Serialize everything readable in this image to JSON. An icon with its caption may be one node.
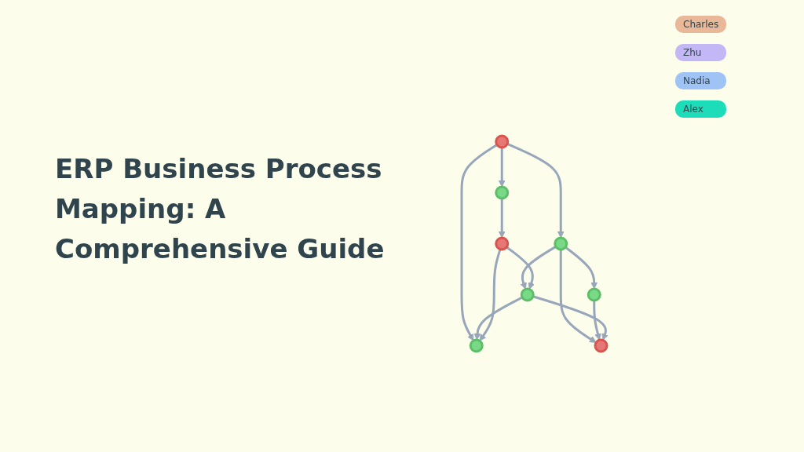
{
  "diagram": {
    "title": "ERP Business Process Mapping: A Comprehensive Guide",
    "nodes": [
      {
        "text": [],
        "shape": "circle"
      },
      {
        "text": [],
        "shape": "circle"
      },
      {
        "text": [],
        "shape": "circle"
      },
      {
        "text": [],
        "shape": "circle"
      },
      {
        "text": [],
        "shape": "circle"
      },
      {
        "text": [],
        "shape": "circle"
      },
      {
        "text": [],
        "shape": "circle"
      },
      {
        "text": [],
        "shape": "circle"
      }
    ],
    "edges": [
      {
        "from": 0,
        "to": 1,
        "arrow": "to"
      },
      {
        "from": 0,
        "to": 2,
        "arrow": "to"
      },
      {
        "from": 0,
        "to": 3,
        "arrow": "to"
      },
      {
        "from": 1,
        "to": 6,
        "arrow": "to"
      },
      {
        "from": 2,
        "to": 4,
        "arrow": "to"
      },
      {
        "from": 2,
        "to": 5,
        "arrow": "to"
      },
      {
        "from": 2,
        "to": 7,
        "arrow": "to"
      },
      {
        "from": 4,
        "to": 5,
        "arrow": "to"
      },
      {
        "from": 7,
        "to": 5,
        "arrow": "to"
      },
      {
        "from": 7,
        "to": 3,
        "arrow": "to"
      },
      {
        "from": 6,
        "to": 3,
        "arrow": "to"
      },
      {
        "from": 6,
        "to": 7,
        "arrow": "to"
      }
    ],
    "labels": [
      "Charles",
      "Zhu",
      "Nadia",
      "Alex"
    ]
  }
}
